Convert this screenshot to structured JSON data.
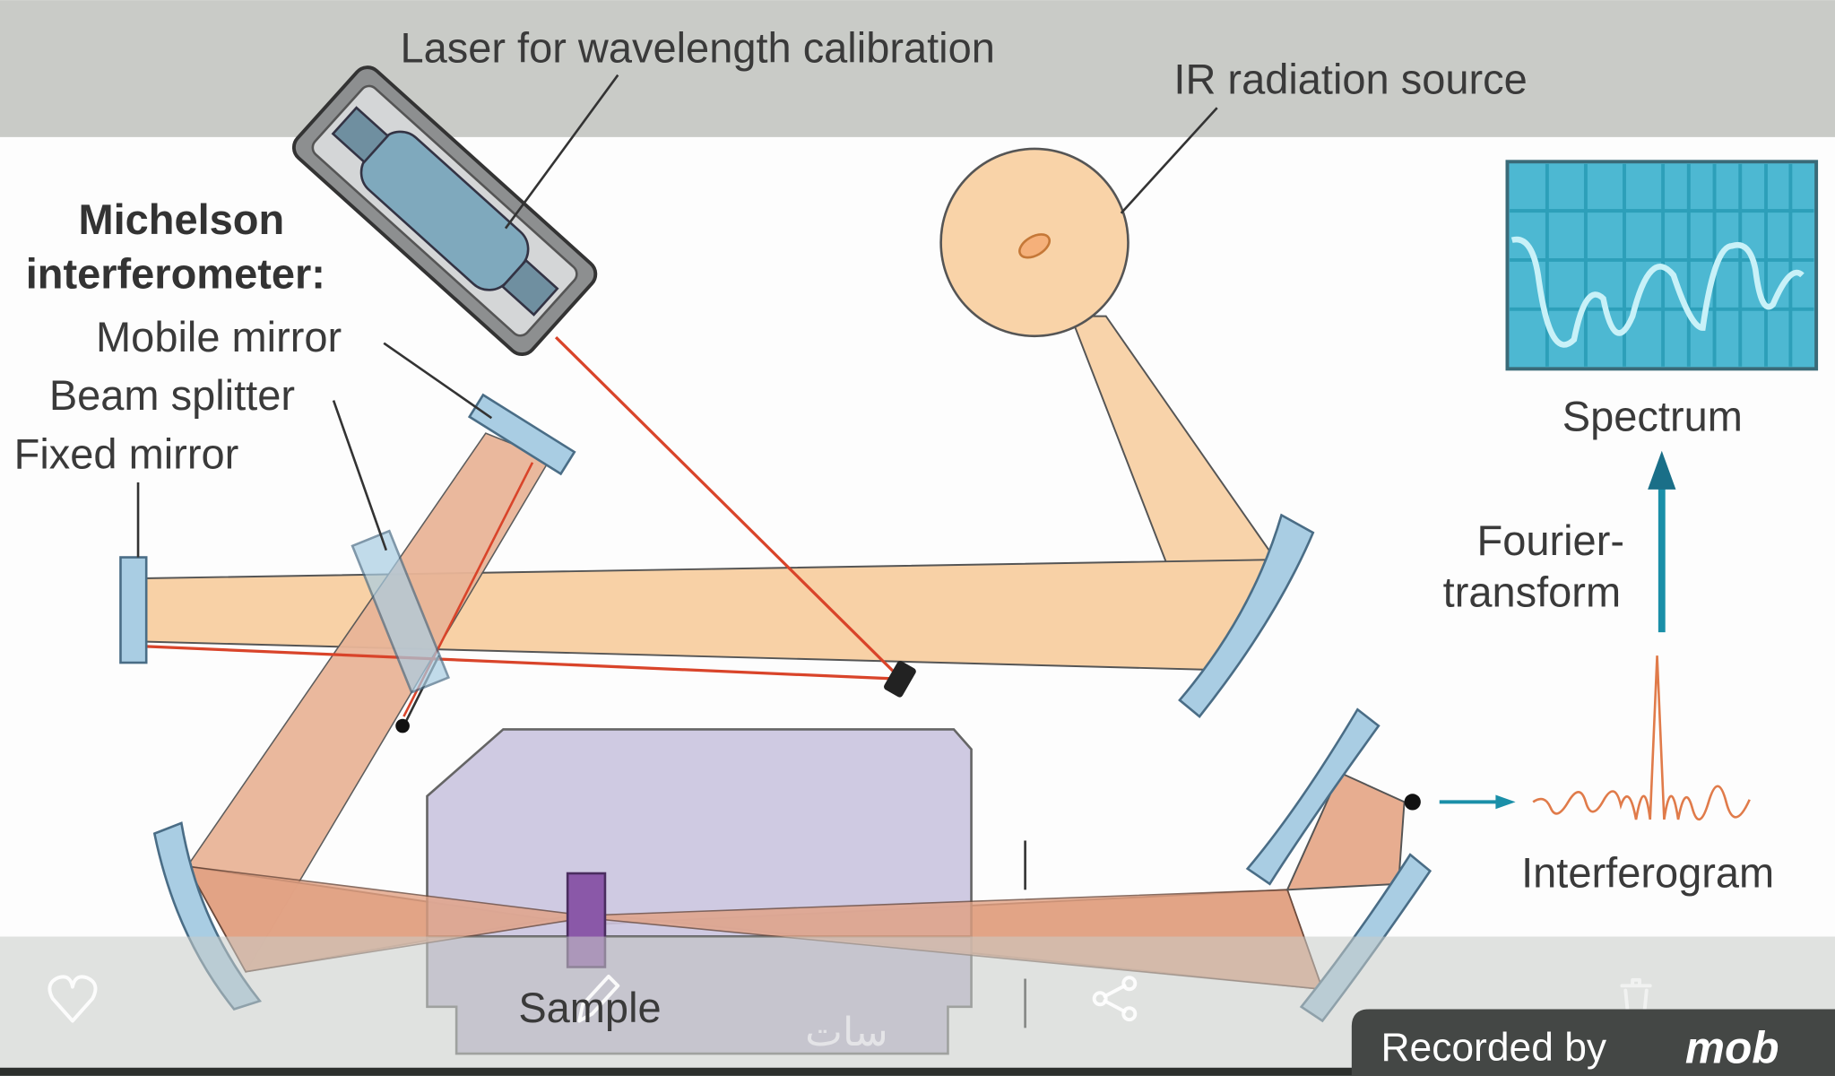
{
  "diagram": {
    "title_line1": "Michelson",
    "title_line2": "interferometer:",
    "labels": {
      "laser": "Laser for wavelength calibration",
      "ir_source": "IR radiation source",
      "mobile_mirror": "Mobile mirror",
      "beam_splitter": "Beam splitter",
      "fixed_mirror": "Fixed mirror",
      "spectrum": "Spectrum",
      "fourier_line1": "Fourier-",
      "fourier_line2": "transform",
      "interferogram": "Interferogram",
      "sample": "Sample"
    },
    "colors": {
      "beam": "#f8cfa3",
      "beam_dark": "#e2a98a",
      "mirror": "#a9cde3",
      "chamber": "#cbc5e0",
      "screen": "#4db8d2",
      "laser_line": "#d9442a",
      "arrow": "#1a8fa8"
    }
  },
  "overlay": {
    "icons": [
      "heart-icon",
      "edit-icon",
      "share-icon",
      "trash-icon"
    ],
    "watermark": "سات",
    "recorded_by": "Recorded by",
    "brand": "mob"
  }
}
